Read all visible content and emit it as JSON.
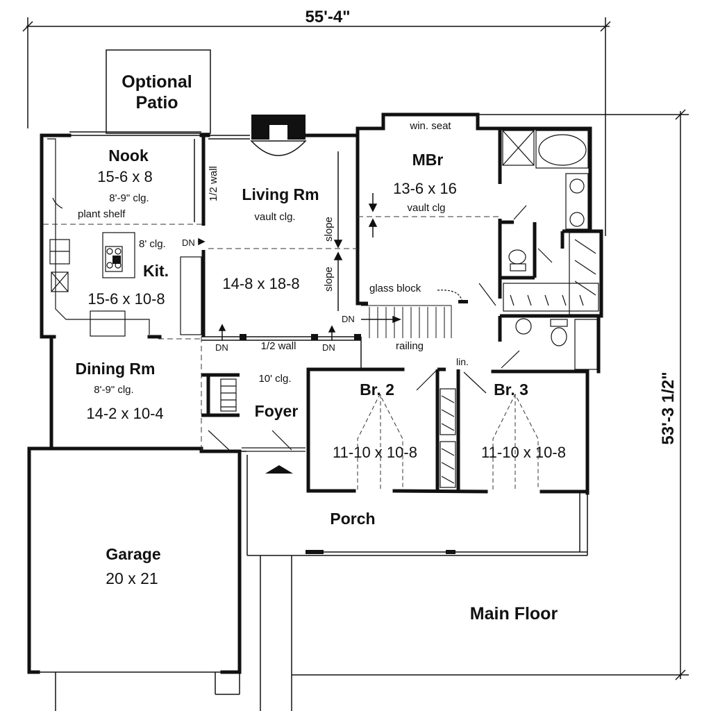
{
  "dimensions": {
    "width": "55'-4\"",
    "depth": "53'-3 1/2\""
  },
  "floor_label": "Main Floor",
  "rooms": {
    "patio": {
      "name_line1": "Optional",
      "name_line2": "Patio"
    },
    "nook": {
      "name": "Nook",
      "size": "15-6 x 8",
      "ceiling": "8'-9\" clg.",
      "note": "plant shelf"
    },
    "kitchen": {
      "name": "Kit.",
      "size": "15-6 x 10-8",
      "ceiling": "8' clg."
    },
    "living": {
      "name": "Living Rm",
      "ceiling": "vault clg.",
      "size": "14-8 x 18-8",
      "half_wall_side": "1/2 wall",
      "half_wall_bottom": "1/2 wall"
    },
    "master": {
      "name": "MBr",
      "size": "13-6 x 16",
      "ceiling": "vault clg",
      "seat": "win. seat",
      "glass": "glass block"
    },
    "dining": {
      "name": "Dining Rm",
      "ceiling": "8'-9\" clg.",
      "size": "14-2 x 10-4"
    },
    "foyer": {
      "name": "Foyer",
      "ceiling": "10' clg."
    },
    "br2": {
      "name": "Br. 2",
      "size": "11-10 x 10-8"
    },
    "br3": {
      "name": "Br. 3",
      "size": "11-10 x 10-8"
    },
    "porch": {
      "name": "Porch"
    },
    "garage": {
      "name": "Garage",
      "size": "20 x 21"
    }
  },
  "annotations": {
    "slope": "slope",
    "down": "DN",
    "railing": "railing",
    "linen": "lin."
  }
}
